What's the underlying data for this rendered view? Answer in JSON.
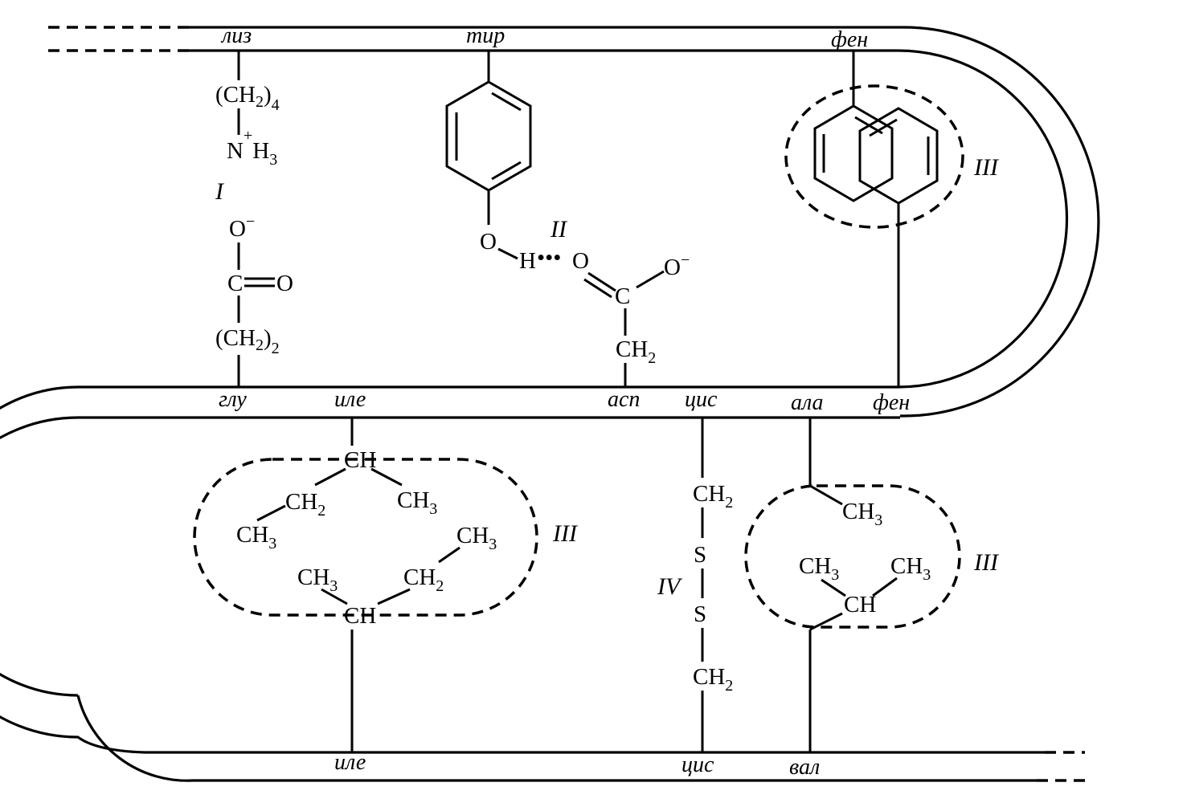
{
  "residues": {
    "liz": "лиз",
    "tir": "тир",
    "fen_top": "фен",
    "glu": "глу",
    "ile_mid": "иле",
    "asp": "асп",
    "cis_mid": "цис",
    "ala": "ала",
    "fen_mid": "фен",
    "ile_bottom": "иле",
    "cis_bottom": "цис",
    "val": "вал"
  },
  "interaction_labels": {
    "ionic": "I",
    "hydrogen": "II",
    "hydrophobic_aromatic": "III",
    "hydrophobic_ile": "III",
    "hydrophobic_ala_val": "III",
    "disulfide": "IV"
  },
  "groups": {
    "ch": "C",
    "h": "H",
    "n": "N",
    "o": "O",
    "s": "S",
    "sub2": "2",
    "sub3": "3",
    "sub4": "4",
    "plus": "+",
    "minus": "−",
    "lparen": "(",
    "rparen": ")",
    "dots": "•••"
  }
}
